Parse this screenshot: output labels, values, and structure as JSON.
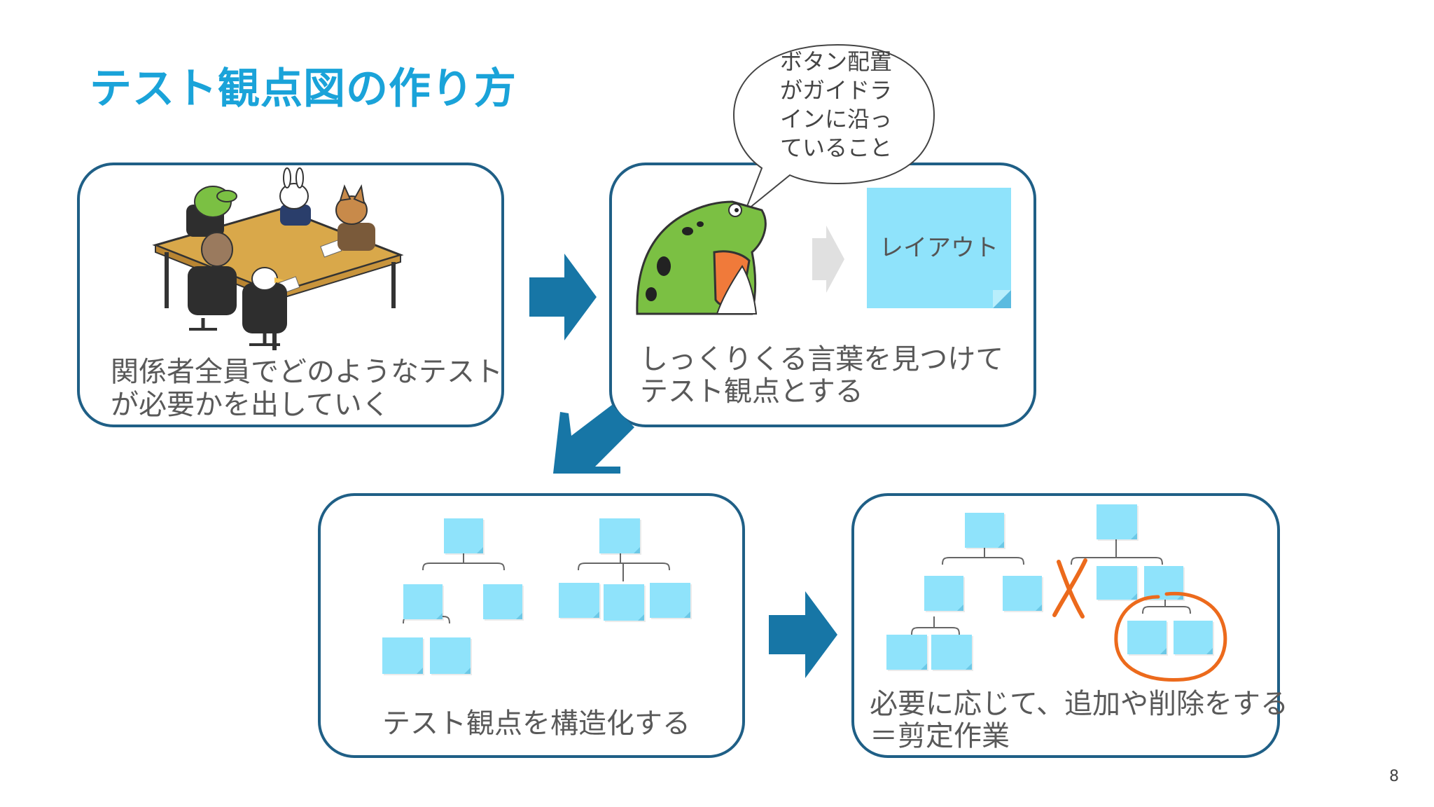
{
  "title": "テスト観点図の作り方",
  "panels": {
    "meeting": {
      "caption_line1": "関係者全員でどのようなテスト",
      "caption_line2": "が必要かを出していく"
    },
    "wording": {
      "caption_line1": "しっくりくる言葉を見つけて",
      "caption_line2": "テスト観点とする",
      "note_label": "レイアウト"
    },
    "structure": {
      "caption": "テスト観点を構造化する"
    },
    "prune": {
      "caption_line1": "必要に応じて、追加や削除をする",
      "caption_line2": "＝剪定作業"
    }
  },
  "speech_bubble": {
    "line1": "ボタン配置",
    "line2": "がガイドラ",
    "line3": "インに沿っ",
    "line4": "ていること"
  },
  "page_number": "8",
  "colors": {
    "title": "#1aa3d9",
    "panel_border": "#1f5f86",
    "arrow": "#1776a6",
    "sticky": "#8fe3fb",
    "caption": "#595959",
    "annotation": "#ec6a1c"
  }
}
